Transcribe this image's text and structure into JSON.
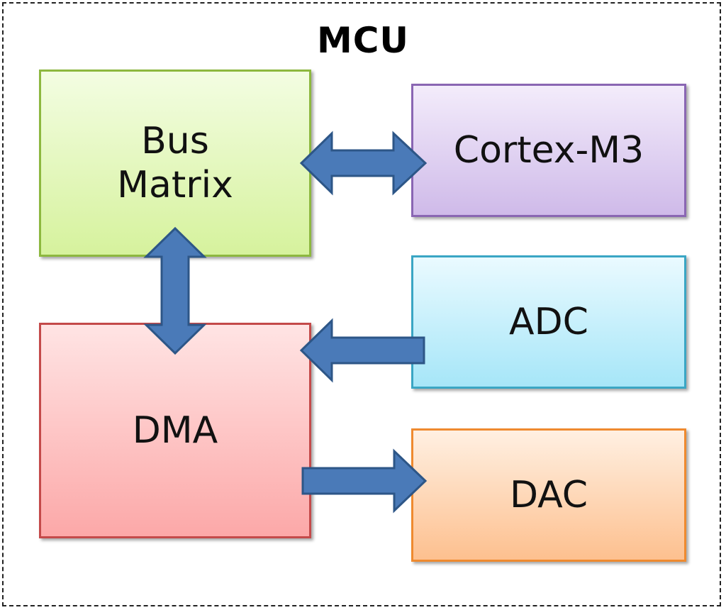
{
  "diagram": {
    "title": "MCU",
    "blocks": {
      "bus_matrix": {
        "label": "Bus\nMatrix",
        "border": "#8db83f",
        "fill": "#d6f29d"
      },
      "cortex_m3": {
        "label": "Cortex-M3",
        "border": "#8a66b3",
        "fill": "#cfbae9"
      },
      "adc": {
        "label": "ADC",
        "border": "#3aa6c4",
        "fill": "#a6e6f8"
      },
      "dma": {
        "label": "DMA",
        "border": "#c44a4a",
        "fill": "#fca8a8"
      },
      "dac": {
        "label": "DAC",
        "border": "#ef8a2f",
        "fill": "#fdc08f"
      }
    },
    "connections": [
      {
        "from": "bus_matrix",
        "to": "cortex_m3",
        "direction": "bidirectional"
      },
      {
        "from": "bus_matrix",
        "to": "dma",
        "direction": "bidirectional"
      },
      {
        "from": "adc",
        "to": "dma",
        "direction": "one-way"
      },
      {
        "from": "dma",
        "to": "dac",
        "direction": "one-way"
      }
    ],
    "arrow_color": "#4a7ab8"
  }
}
